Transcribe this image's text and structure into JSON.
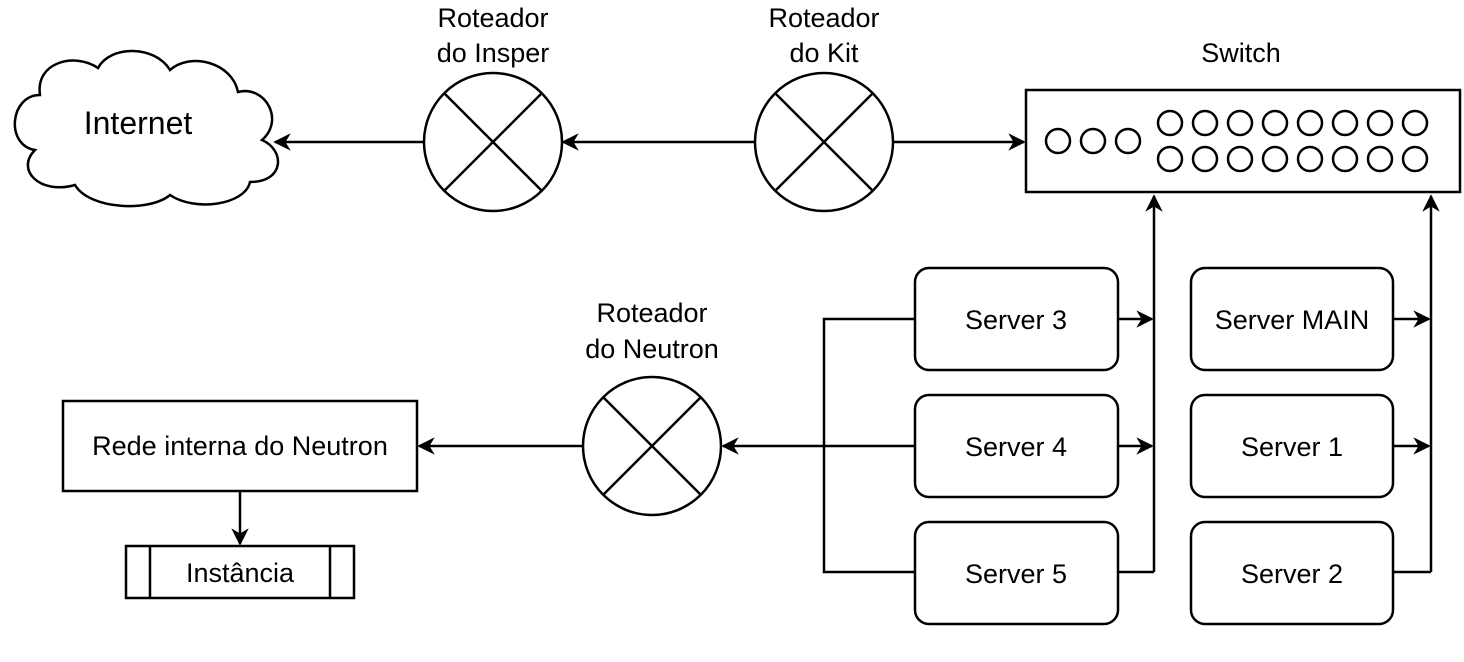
{
  "nodes": {
    "internet": "Internet",
    "router_insper": [
      "Roteador",
      "do Insper"
    ],
    "router_kit": [
      "Roteador",
      "do Kit"
    ],
    "switch": "Switch",
    "router_neutron": [
      "Roteador",
      "do Neutron"
    ],
    "rede_interna": "Rede interna do Neutron",
    "instancia": "Instância",
    "server3": "Server 3",
    "server4": "Server 4",
    "server5": "Server 5",
    "server_main": "Server MAIN",
    "server1": "Server 1",
    "server2": "Server 2"
  }
}
